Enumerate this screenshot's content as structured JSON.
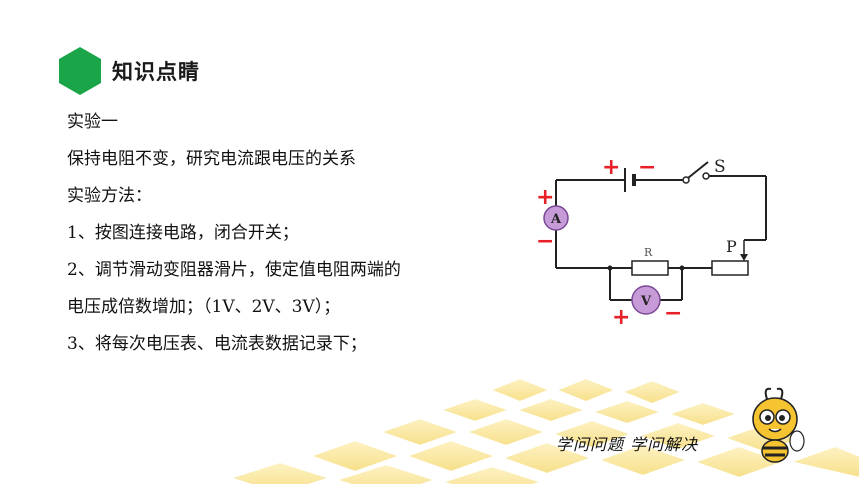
{
  "header": {
    "title": "知识点睛",
    "accent": "#1aa548"
  },
  "content": {
    "lines": [
      "实验一",
      "保持电阻不变，研究电流跟电压的关系",
      "实验方法：",
      "1、按图连接电路，闭合开关；",
      "2、调节滑动变阻器滑片，使定值电阻两端的",
      "电压成倍数增加；（1V、2V、3V）；",
      "3、将每次电压表、电流表数据记录下；"
    ]
  },
  "circuit": {
    "switch_label": "S",
    "resistor_label": "R",
    "rheostat_label": "P",
    "ammeter_label": "A",
    "voltmeter_label": "V",
    "plus_sign": "+",
    "minus_sign": "−",
    "sign_color": "#e8202a",
    "meter_color": "#b07cc8"
  },
  "footer": {
    "slogan": "学问问题 学问解决"
  }
}
